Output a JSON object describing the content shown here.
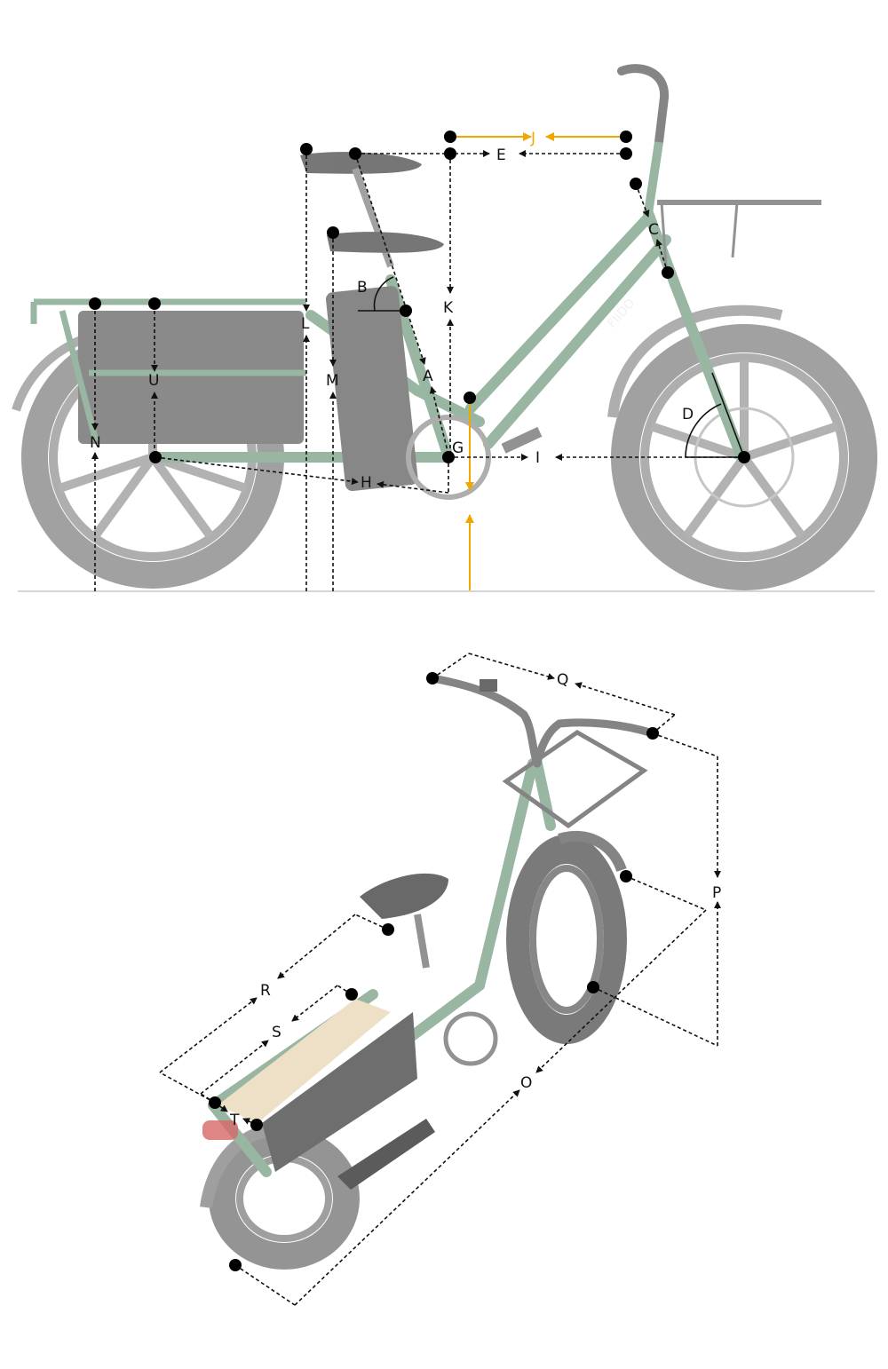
{
  "colors": {
    "frame": "#7fa58a",
    "frame_dark": "#5e8a6b",
    "tire": "#8c8c8c",
    "bag": "#6e6e6e",
    "wood": "#ead9b8",
    "accent_orange": "#f0a800",
    "annotation": "#111111"
  },
  "side_view": {
    "frame_logo": "FIIDO",
    "labels": {
      "A": "A",
      "B": "B",
      "C": "C",
      "D": "D",
      "E": "E",
      "G": "G",
      "H": "H",
      "I": "I",
      "J": "J",
      "K": "K",
      "L": "L",
      "M": "M",
      "N": "N",
      "U": "U"
    }
  },
  "rear_view": {
    "labels": {
      "O": "O",
      "P": "P",
      "Q": "Q",
      "R": "R",
      "S": "S",
      "T": "T"
    }
  }
}
